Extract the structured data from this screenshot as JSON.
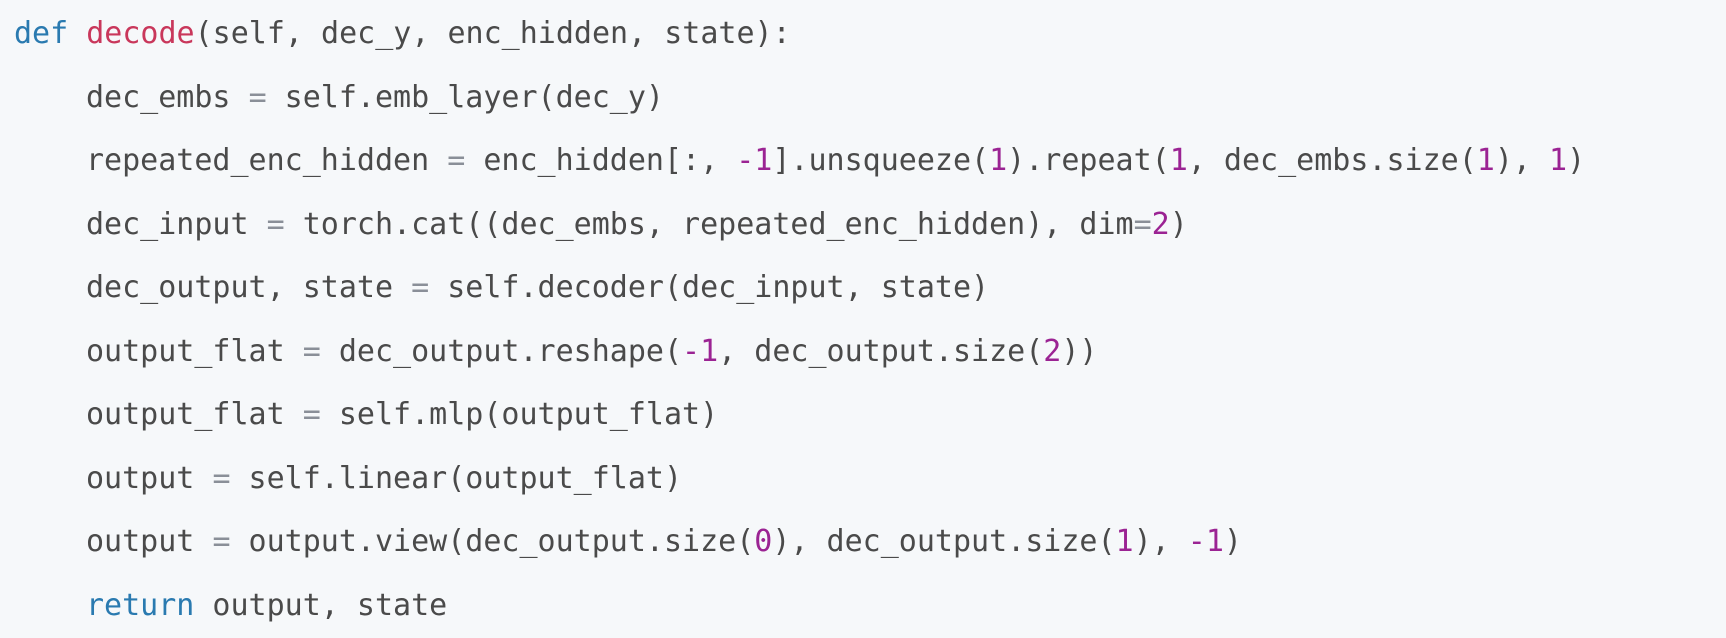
{
  "code": {
    "lines": [
      {
        "indent": 0,
        "tokens": [
          {
            "t": "def",
            "k": "kw"
          },
          {
            "t": " ",
            "k": "id"
          },
          {
            "t": "decode",
            "k": "fn"
          },
          {
            "t": "(self, dec_y, enc_hidden, state):",
            "k": "id"
          }
        ]
      },
      {
        "indent": 1,
        "tokens": [
          {
            "t": "dec_embs ",
            "k": "id"
          },
          {
            "t": "=",
            "k": "op"
          },
          {
            "t": " self.emb_layer(dec_y)",
            "k": "id"
          }
        ]
      },
      {
        "indent": 1,
        "tokens": [
          {
            "t": "repeated_enc_hidden ",
            "k": "id"
          },
          {
            "t": "=",
            "k": "op"
          },
          {
            "t": " enc_hidden[:, ",
            "k": "id"
          },
          {
            "t": "-1",
            "k": "num"
          },
          {
            "t": "].unsqueeze(",
            "k": "id"
          },
          {
            "t": "1",
            "k": "num"
          },
          {
            "t": ").repeat(",
            "k": "id"
          },
          {
            "t": "1",
            "k": "num"
          },
          {
            "t": ", dec_embs.size(",
            "k": "id"
          },
          {
            "t": "1",
            "k": "num"
          },
          {
            "t": "), ",
            "k": "id"
          },
          {
            "t": "1",
            "k": "num"
          },
          {
            "t": ")",
            "k": "id"
          }
        ]
      },
      {
        "indent": 1,
        "tokens": [
          {
            "t": "dec_input ",
            "k": "id"
          },
          {
            "t": "=",
            "k": "op"
          },
          {
            "t": " torch.cat((dec_embs, repeated_enc_hidden), dim",
            "k": "id"
          },
          {
            "t": "=",
            "k": "op"
          },
          {
            "t": "2",
            "k": "num"
          },
          {
            "t": ")",
            "k": "id"
          }
        ]
      },
      {
        "indent": 1,
        "tokens": [
          {
            "t": "dec_output, state ",
            "k": "id"
          },
          {
            "t": "=",
            "k": "op"
          },
          {
            "t": " self.decoder(dec_input, state)",
            "k": "id"
          }
        ]
      },
      {
        "indent": 1,
        "tokens": [
          {
            "t": "output_flat ",
            "k": "id"
          },
          {
            "t": "=",
            "k": "op"
          },
          {
            "t": " dec_output.reshape(",
            "k": "id"
          },
          {
            "t": "-1",
            "k": "num"
          },
          {
            "t": ", dec_output.size(",
            "k": "id"
          },
          {
            "t": "2",
            "k": "num"
          },
          {
            "t": "))",
            "k": "id"
          }
        ]
      },
      {
        "indent": 1,
        "tokens": [
          {
            "t": "output_flat ",
            "k": "id"
          },
          {
            "t": "=",
            "k": "op"
          },
          {
            "t": " self.mlp(output_flat)",
            "k": "id"
          }
        ]
      },
      {
        "indent": 1,
        "tokens": [
          {
            "t": "output ",
            "k": "id"
          },
          {
            "t": "=",
            "k": "op"
          },
          {
            "t": " self.linear(output_flat)",
            "k": "id"
          }
        ]
      },
      {
        "indent": 1,
        "tokens": [
          {
            "t": "output ",
            "k": "id"
          },
          {
            "t": "=",
            "k": "op"
          },
          {
            "t": " output.view(dec_output.size(",
            "k": "id"
          },
          {
            "t": "0",
            "k": "num"
          },
          {
            "t": "), dec_output.size(",
            "k": "id"
          },
          {
            "t": "1",
            "k": "num"
          },
          {
            "t": "), ",
            "k": "id"
          },
          {
            "t": "-1",
            "k": "num"
          },
          {
            "t": ")",
            "k": "id"
          }
        ]
      },
      {
        "indent": 1,
        "tokens": [
          {
            "t": "return",
            "k": "kw"
          },
          {
            "t": " output, state",
            "k": "id"
          }
        ]
      }
    ]
  },
  "colors": {
    "background": "#f6f8fa",
    "keyword": "#2a7ab0",
    "function_name": "#c9375b",
    "number": "#9b2393",
    "operator": "#8a8f98",
    "identifier": "#4a4a4a"
  }
}
